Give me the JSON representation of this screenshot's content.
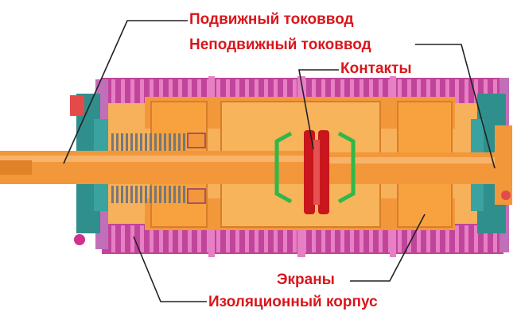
{
  "labels": {
    "moving_lead": "Подвижный токоввод",
    "fixed_lead": "Неподвижный токоввод",
    "contacts": "Контакты",
    "shields": "Экраны",
    "housing": "Изоляционный корпус"
  },
  "colors": {
    "label_text": "#d9161c",
    "leader_line": "#222222",
    "housing_magenta": "#c0459a",
    "housing_pink": "#e77fc4",
    "conductor_orange": "#f2973a",
    "interior_orange": "#f6b15a",
    "end_cap_teal": "#2f8f8c",
    "contact_red": "#c8161c",
    "shield_green": "#2fb84a",
    "bellows_gray": "#777777"
  }
}
